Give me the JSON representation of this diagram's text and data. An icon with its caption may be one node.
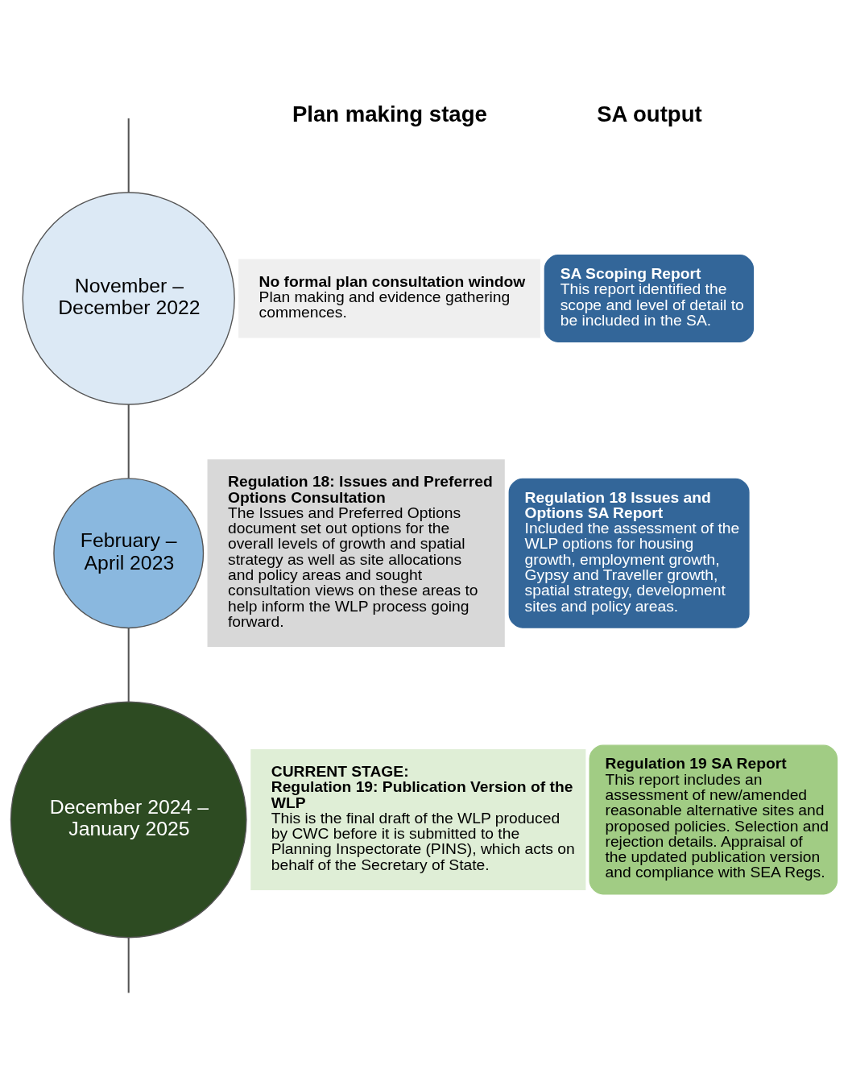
{
  "diagram": {
    "nodes": [
      {
        "text": [
          "November – December 2022"
        ]
      },
      {
        "text": [
          "No formal plan consultation window",
          "Plan making and evidence gathering commences."
        ]
      },
      {
        "text": [
          "SA Scoping Report",
          "This report identified the scope and level of detail to be included in the SA."
        ]
      },
      {
        "text": [
          "February – April 2023"
        ]
      },
      {
        "text": [
          "Regulation 18: Issues and Preferred Options Consultation",
          "The Issues and Preferred Options document set out options for the overall levels of growth and spatial strategy as well as site allocations and policy areas and sought consultation views on these areas to help inform the WLP process going forward."
        ]
      },
      {
        "text": [
          "Regulation 18 Issues and Options SA Report",
          "Included the assessment of the WLP options for housing growth, employment growth, Gypsy and Traveller growth, spatial strategy, development sites and policy areas."
        ]
      },
      {
        "text": [
          "December 2024 – January 2025"
        ]
      },
      {
        "text": [
          "CURRENT STAGE:",
          "Regulation 19: Publication Version of the WLP",
          "This is the final draft of the WLP produced by CWC before it is submitted to the Planning Inspectorate (PINS), which acts on behalf of the Secretary of State."
        ]
      },
      {
        "text": [
          "Regulation 19 SA Report",
          "This report includes an assessment of new/amended reasonable alternative sites and proposed policies. Selection and rejection details. Appraisal of the updated publication version and compliance with SEA Regs."
        ]
      }
    ],
    "edges": [
      {
        "from": null,
        "to": 0,
        "arrow": "none"
      },
      {
        "from": 0,
        "to": 3,
        "arrow": "none"
      },
      {
        "from": 3,
        "to": 6,
        "arrow": "none"
      },
      {
        "from": 6,
        "to": null,
        "arrow": "none"
      }
    ],
    "labels": [
      "Plan making stage",
      "SA output"
    ]
  }
}
